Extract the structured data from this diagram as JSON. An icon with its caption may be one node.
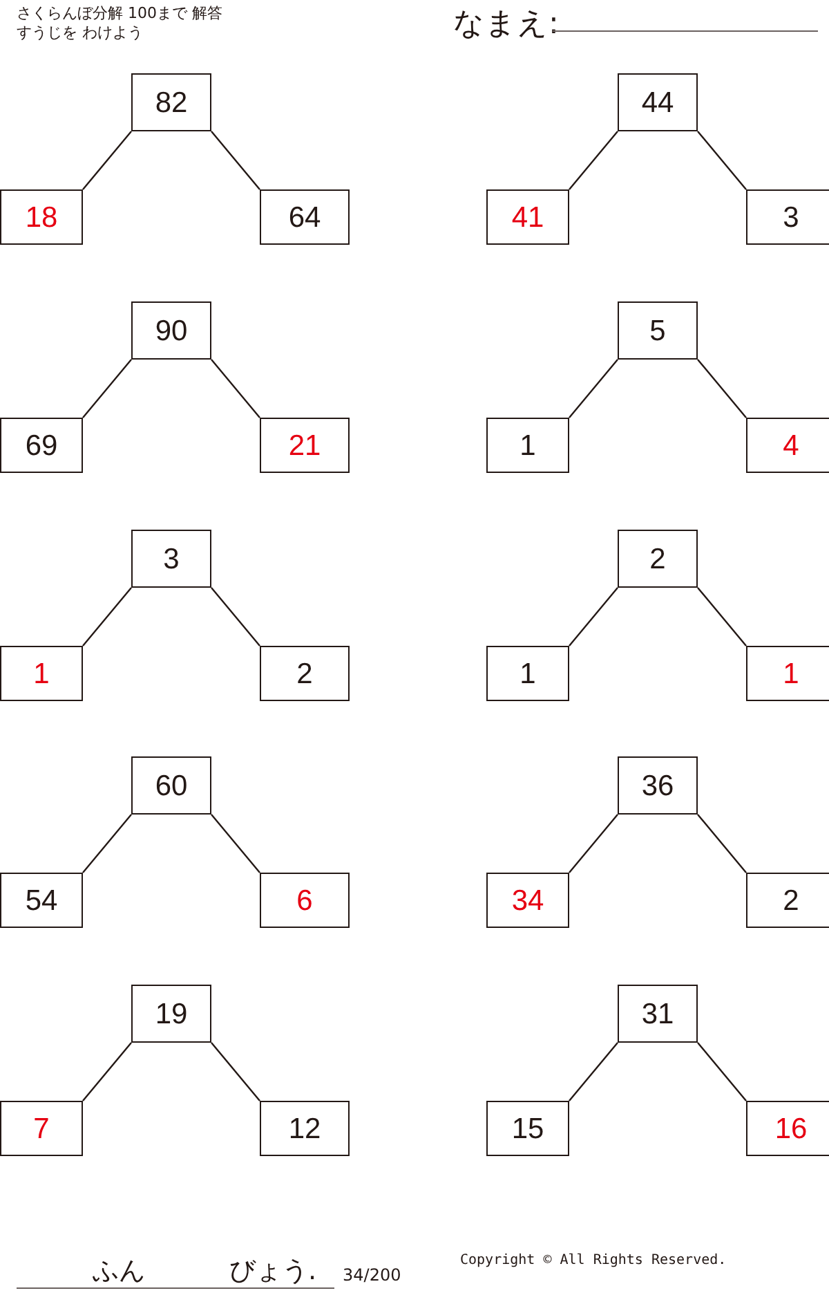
{
  "diagram": {
    "title": "さくらんぼ分解 100まで 解答",
    "nodes": [
      {
        "text": [
          "82"
        ]
      },
      {
        "text": [
          "18"
        ]
      },
      {
        "text": [
          "64"
        ]
      },
      {
        "text": [
          "44"
        ]
      },
      {
        "text": [
          "41"
        ]
      },
      {
        "text": [
          "3"
        ]
      },
      {
        "text": [
          "90"
        ]
      },
      {
        "text": [
          "69"
        ]
      },
      {
        "text": [
          "21"
        ]
      },
      {
        "text": [
          "5"
        ]
      },
      {
        "text": [
          "1"
        ]
      },
      {
        "text": [
          "4"
        ]
      },
      {
        "text": [
          "3"
        ]
      },
      {
        "text": [
          "1"
        ]
      },
      {
        "text": [
          "2"
        ]
      },
      {
        "text": [
          "2"
        ]
      },
      {
        "text": [
          "1"
        ]
      },
      {
        "text": [
          "1"
        ]
      },
      {
        "text": [
          "60"
        ]
      },
      {
        "text": [
          "54"
        ]
      },
      {
        "text": [
          "6"
        ]
      },
      {
        "text": [
          "36"
        ]
      },
      {
        "text": [
          "34"
        ]
      },
      {
        "text": [
          "2"
        ]
      },
      {
        "text": [
          "19"
        ]
      },
      {
        "text": [
          "7"
        ]
      },
      {
        "text": [
          "12"
        ]
      },
      {
        "text": [
          "31"
        ]
      },
      {
        "text": [
          "15"
        ]
      },
      {
        "text": [
          "16"
        ]
      }
    ],
    "edges": [
      {
        "from": 0,
        "to": 1,
        "arrow": "none"
      },
      {
        "from": 0,
        "to": 2,
        "arrow": "none"
      },
      {
        "from": 3,
        "to": 4,
        "arrow": "none"
      },
      {
        "from": 3,
        "to": 5,
        "arrow": "none"
      },
      {
        "from": 6,
        "to": 7,
        "arrow": "none"
      },
      {
        "from": 6,
        "to": 8,
        "arrow": "none"
      },
      {
        "from": 9,
        "to": 10,
        "arrow": "none"
      },
      {
        "from": 9,
        "to": 11,
        "arrow": "none"
      },
      {
        "from": 12,
        "to": 13,
        "arrow": "none"
      },
      {
        "from": 12,
        "to": 14,
        "arrow": "none"
      },
      {
        "from": 15,
        "to": 16,
        "arrow": "none"
      },
      {
        "from": 15,
        "to": 17,
        "arrow": "none"
      },
      {
        "from": 18,
        "to": 19,
        "arrow": "none"
      },
      {
        "from": 18,
        "to": 20,
        "arrow": "none"
      },
      {
        "from": 21,
        "to": 22,
        "arrow": "none"
      },
      {
        "from": 21,
        "to": 23,
        "arrow": "none"
      },
      {
        "from": 24,
        "to": 25,
        "arrow": "none"
      },
      {
        "from": 24,
        "to": 26,
        "arrow": "none"
      },
      {
        "from": 27,
        "to": 28,
        "arrow": "none"
      },
      {
        "from": 27,
        "to": 29,
        "arrow": "none"
      }
    ],
    "labels": [
      "すうじを わけよう",
      "なまえ:",
      "ふん",
      "びょう.",
      "34/200",
      "Copyright © All Rights Reserved."
    ]
  }
}
